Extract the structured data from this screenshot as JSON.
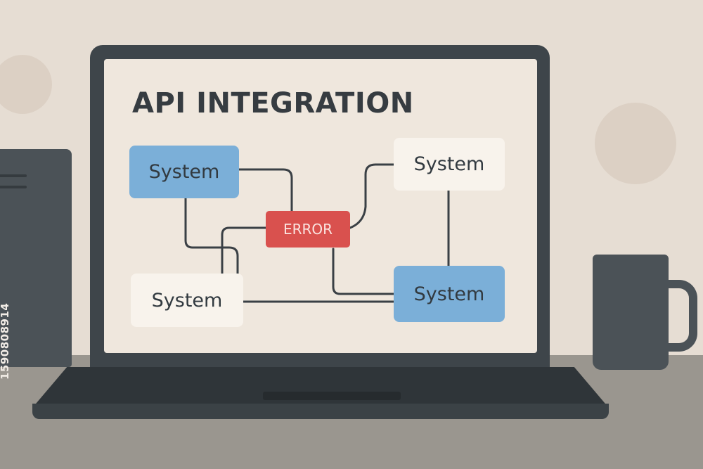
{
  "diagram": {
    "title": "API INTEGRATION",
    "nodes": [
      {
        "id": "top-left",
        "label": "System",
        "style": "blue"
      },
      {
        "id": "top-right",
        "label": "System",
        "style": "white"
      },
      {
        "id": "center",
        "label": "ERROR",
        "style": "error"
      },
      {
        "id": "bottom-left",
        "label": "System",
        "style": "white"
      },
      {
        "id": "bottom-right",
        "label": "System",
        "style": "blue"
      }
    ],
    "colors": {
      "blue_node": "#7bafd8",
      "white_node": "#f8f3ec",
      "error_node": "#d9514e",
      "wire": "#3a4045"
    }
  },
  "scene": {
    "tower_id": "1590808914"
  }
}
